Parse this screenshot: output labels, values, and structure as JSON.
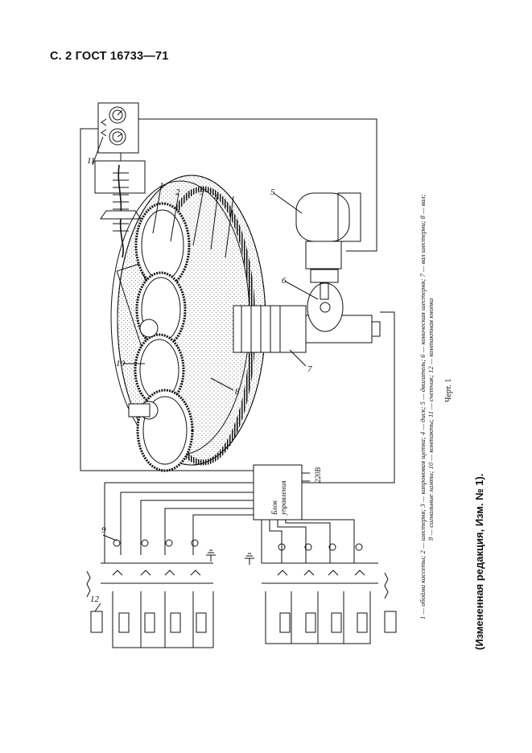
{
  "header": {
    "text": "С. 2 ГОСТ 16733—71"
  },
  "drawing": {
    "labels": {
      "n1": "1",
      "n2": "2",
      "n3": "3",
      "n4": "4",
      "n5": "5",
      "n6": "6",
      "n7": "7",
      "n8": "8",
      "n9": "9",
      "n10": "10",
      "n11": "11",
      "n12": "12"
    },
    "control_unit": {
      "line1": "Блок",
      "line2": "управления"
    },
    "voltage": "220В"
  },
  "legend": {
    "line1": "1 — обойма кассеты; 2 — шестерня; 3 — капроновая щетка; 4 — диск; 5 — двигатель; 6 — коническая шестерня; 7 — вал шестерни; 8 — вал;",
    "line2": "9 — сигнальные лампы; 10 — контакты; 11 — счетчик; 12 — контактная кнопка"
  },
  "caption": "Черт. 1",
  "edition_note": "(Измененная редакция, Изм. № 1)."
}
